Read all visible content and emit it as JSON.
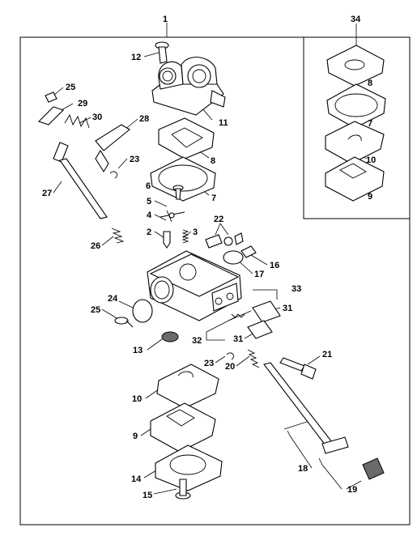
{
  "diagram": {
    "callouts": [
      {
        "id": "c1",
        "text": "1"
      },
      {
        "id": "c12",
        "text": "12"
      },
      {
        "id": "c25a",
        "text": "25"
      },
      {
        "id": "c29",
        "text": "29"
      },
      {
        "id": "c30",
        "text": "30"
      },
      {
        "id": "c28",
        "text": "28"
      },
      {
        "id": "c11",
        "text": "11"
      },
      {
        "id": "c8a",
        "text": "8"
      },
      {
        "id": "c23a",
        "text": "23"
      },
      {
        "id": "c6",
        "text": "6"
      },
      {
        "id": "c7a",
        "text": "7"
      },
      {
        "id": "c27",
        "text": "27"
      },
      {
        "id": "c5",
        "text": "5"
      },
      {
        "id": "c4",
        "text": "4"
      },
      {
        "id": "c22",
        "text": "22"
      },
      {
        "id": "c2",
        "text": "2"
      },
      {
        "id": "c3",
        "text": "3"
      },
      {
        "id": "c26",
        "text": "26"
      },
      {
        "id": "c16",
        "text": "16"
      },
      {
        "id": "c17",
        "text": "17"
      },
      {
        "id": "c33",
        "text": "33"
      },
      {
        "id": "c24",
        "text": "24"
      },
      {
        "id": "c31a",
        "text": "31"
      },
      {
        "id": "c25b",
        "text": "25"
      },
      {
        "id": "c32",
        "text": "32"
      },
      {
        "id": "c31b",
        "text": "31"
      },
      {
        "id": "c13",
        "text": "13"
      },
      {
        "id": "c23b",
        "text": "23"
      },
      {
        "id": "c21",
        "text": "21"
      },
      {
        "id": "c20",
        "text": "20"
      },
      {
        "id": "c10a",
        "text": "10"
      },
      {
        "id": "c9a",
        "text": "9"
      },
      {
        "id": "c14",
        "text": "14"
      },
      {
        "id": "c18",
        "text": "18"
      },
      {
        "id": "c19",
        "text": "19"
      },
      {
        "id": "c15",
        "text": "15"
      },
      {
        "id": "c34",
        "text": "34"
      },
      {
        "id": "c8b",
        "text": "8"
      },
      {
        "id": "c7b",
        "text": "7"
      },
      {
        "id": "c10b",
        "text": "10"
      },
      {
        "id": "c9b",
        "text": "9"
      }
    ]
  }
}
